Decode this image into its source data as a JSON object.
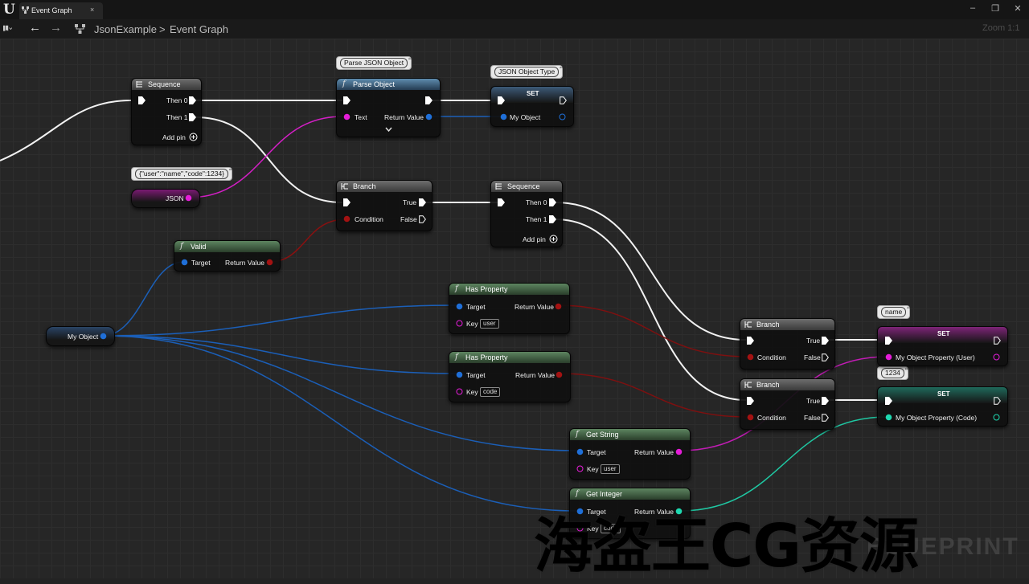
{
  "window": {
    "tab_title": "Event Graph",
    "tab_close": "×",
    "minimize": "–",
    "restore": "❐",
    "close": "✕"
  },
  "toolbar": {
    "breadcrumb_root": "JsonExample",
    "breadcrumb_sep": ">",
    "breadcrumb_current": "Event Graph",
    "zoom": "Zoom 1:1"
  },
  "comments": {
    "parse": "Parse JSON Object",
    "type": "JSON Object Type",
    "json": "{\"user\":\"name\",\"code\":1234}",
    "name": "name",
    "code": "1234"
  },
  "nodes": {
    "sequence1": {
      "title": "Sequence",
      "then0": "Then 0",
      "then1": "Then 1",
      "add_pin": "Add pin"
    },
    "parse": {
      "title": "Parse Object",
      "text": "Text",
      "return": "Return Value"
    },
    "set_obj": {
      "title": "SET",
      "var": "My Object"
    },
    "json_var": {
      "label": "JSON"
    },
    "branch1": {
      "title": "Branch",
      "condition": "Condition",
      "true": "True",
      "false": "False"
    },
    "sequence2": {
      "title": "Sequence",
      "then0": "Then 0",
      "then1": "Then 1",
      "add_pin": "Add pin"
    },
    "valid": {
      "title": "Valid",
      "target": "Target",
      "return": "Return Value"
    },
    "myobj_var": {
      "label": "My Object"
    },
    "has_prop1": {
      "title": "Has Property",
      "target": "Target",
      "return": "Return Value",
      "key": "Key",
      "key_value": "user"
    },
    "has_prop2": {
      "title": "Has Property",
      "target": "Target",
      "return": "Return Value",
      "key": "Key",
      "key_value": "code"
    },
    "branch2": {
      "title": "Branch",
      "condition": "Condition",
      "true": "True",
      "false": "False"
    },
    "branch3": {
      "title": "Branch",
      "condition": "Condition",
      "true": "True",
      "false": "False"
    },
    "set_user": {
      "title": "SET",
      "var": "My Object Property (User)"
    },
    "set_code": {
      "title": "SET",
      "var": "My Object Property (Code)"
    },
    "get_string": {
      "title": "Get String",
      "target": "Target",
      "return": "Return Value",
      "key": "Key",
      "key_value": "user"
    },
    "get_integer": {
      "title": "Get Integer",
      "target": "Target",
      "return": "Return Value",
      "key": "Key",
      "key_value": "code"
    }
  },
  "overlay": {
    "watermark": "海盗王CG资源",
    "graph_label": "BLUEPRINT"
  },
  "colors": {
    "exec": "#ffffff",
    "object": "#1f6fd8",
    "string": "#e51dd8",
    "bool": "#a31212",
    "int": "#1fd8b0"
  },
  "icons": [
    "ue-logo-icon",
    "event-graph-icon",
    "bookmark-icon",
    "back-arrow-icon",
    "forward-arrow-icon",
    "function-icon",
    "sequence-icon",
    "branch-icon",
    "add-pin-icon",
    "expand-chevron-icon"
  ]
}
